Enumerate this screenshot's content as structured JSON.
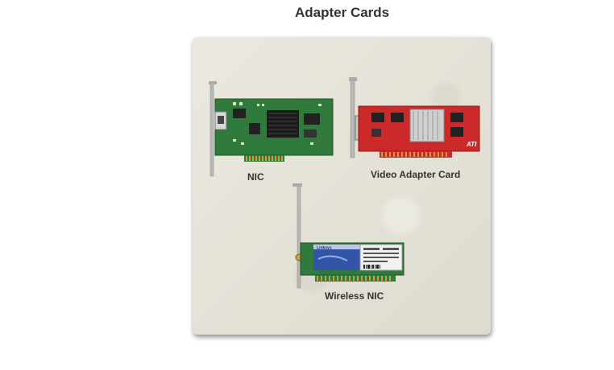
{
  "title": "Adapter Cards",
  "cards": [
    {
      "name": "nic",
      "label": "NIC"
    },
    {
      "name": "video-adapter-card",
      "label": "Video Adapter Card"
    },
    {
      "name": "wireless-nic",
      "label": "Wireless NIC"
    }
  ],
  "video_card_logo": "ATI",
  "wireless_card_logo": "Linksys"
}
